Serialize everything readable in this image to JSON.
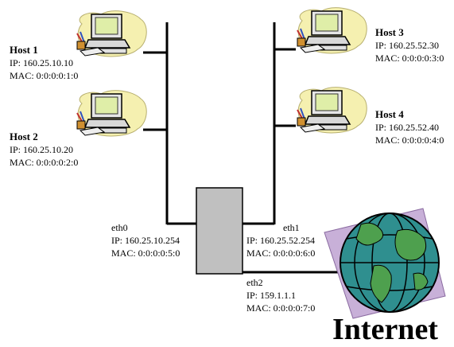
{
  "hosts": [
    {
      "name": "Host 1",
      "ip": "IP: 160.25.10.10",
      "mac": "MAC: 0:0:0:0:1:0"
    },
    {
      "name": "Host 2",
      "ip": "IP: 160.25.10.20",
      "mac": "MAC: 0:0:0:0:2:0"
    },
    {
      "name": "Host 3",
      "ip": "IP: 160.25.52.30",
      "mac": "MAC: 0:0:0:0:3:0"
    },
    {
      "name": "Host 4",
      "ip": "IP: 160.25.52.40",
      "mac": "MAC: 0:0:0:0:4:0"
    }
  ],
  "router": {
    "eth0": {
      "name": "eth0",
      "ip": "IP: 160.25.10.254",
      "mac": "MAC: 0:0:0:0:5:0"
    },
    "eth1": {
      "name": "eth1",
      "ip": "IP: 160.25.52.254",
      "mac": "MAC: 0:0:0:0:6:0"
    },
    "eth2": {
      "name": "eth2",
      "ip": "IP: 159.1.1.1",
      "mac": "MAC: 0:0:0:0:7:0"
    }
  },
  "internet": {
    "label": "Internet"
  },
  "colors": {
    "router_fill": "#c0c0c0",
    "monitor": "#e8f0c0",
    "blob": "#f5f0b0",
    "globe": "#2f8f8f",
    "square": "#c8b0d8"
  },
  "icons": [
    "computer-icon",
    "globe-icon"
  ]
}
